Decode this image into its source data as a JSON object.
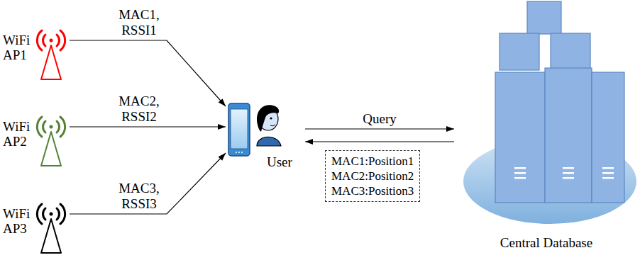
{
  "diagram": {
    "nodes": [
      {
        "text": [
          "WiFi AP1"
        ]
      },
      {
        "text": [
          "WiFi AP2"
        ]
      },
      {
        "text": [
          "WiFi AP3"
        ]
      },
      {
        "text": [
          "User"
        ]
      },
      {
        "text": [
          "Central Database"
        ]
      },
      {
        "text": [
          "MAC1:Position1",
          "MAC2:Position2",
          "MAC3:Position3"
        ]
      }
    ],
    "edges": [
      {
        "from": 0,
        "to": 3,
        "label": "MAC1, RSSI1",
        "arrow": "to"
      },
      {
        "from": 1,
        "to": 3,
        "label": "MAC2, RSSI2",
        "arrow": "to"
      },
      {
        "from": 2,
        "to": 3,
        "label": "MAC3, RSSI3",
        "arrow": "to"
      },
      {
        "from": 3,
        "to": 4,
        "label": "Query",
        "arrow": "to"
      },
      {
        "from": 4,
        "to": 3,
        "arrow": "to"
      }
    ]
  }
}
